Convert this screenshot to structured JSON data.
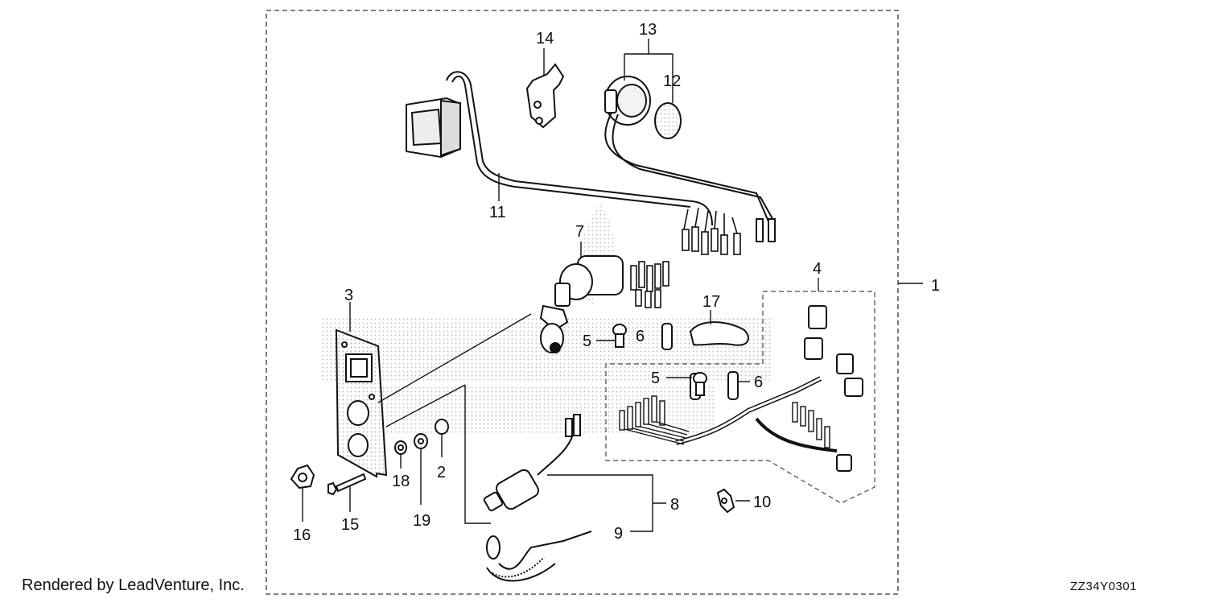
{
  "diagram": {
    "callouts": [
      {
        "id": "1",
        "text": "1"
      },
      {
        "id": "2",
        "text": "2"
      },
      {
        "id": "3",
        "text": "3"
      },
      {
        "id": "4",
        "text": "4"
      },
      {
        "id": "5a",
        "text": "5"
      },
      {
        "id": "5b",
        "text": "5"
      },
      {
        "id": "6a",
        "text": "6"
      },
      {
        "id": "6b",
        "text": "6"
      },
      {
        "id": "7",
        "text": "7"
      },
      {
        "id": "8",
        "text": "8"
      },
      {
        "id": "9",
        "text": "9"
      },
      {
        "id": "10",
        "text": "10"
      },
      {
        "id": "11",
        "text": "11"
      },
      {
        "id": "12",
        "text": "12"
      },
      {
        "id": "13",
        "text": "13"
      },
      {
        "id": "14",
        "text": "14"
      },
      {
        "id": "15",
        "text": "15"
      },
      {
        "id": "16",
        "text": "16"
      },
      {
        "id": "17",
        "text": "17"
      },
      {
        "id": "18",
        "text": "18"
      },
      {
        "id": "19",
        "text": "19"
      }
    ]
  },
  "footer": {
    "credit": "Rendered by LeadVenture, Inc.",
    "diagram_code": "ZZ34Y0301"
  }
}
